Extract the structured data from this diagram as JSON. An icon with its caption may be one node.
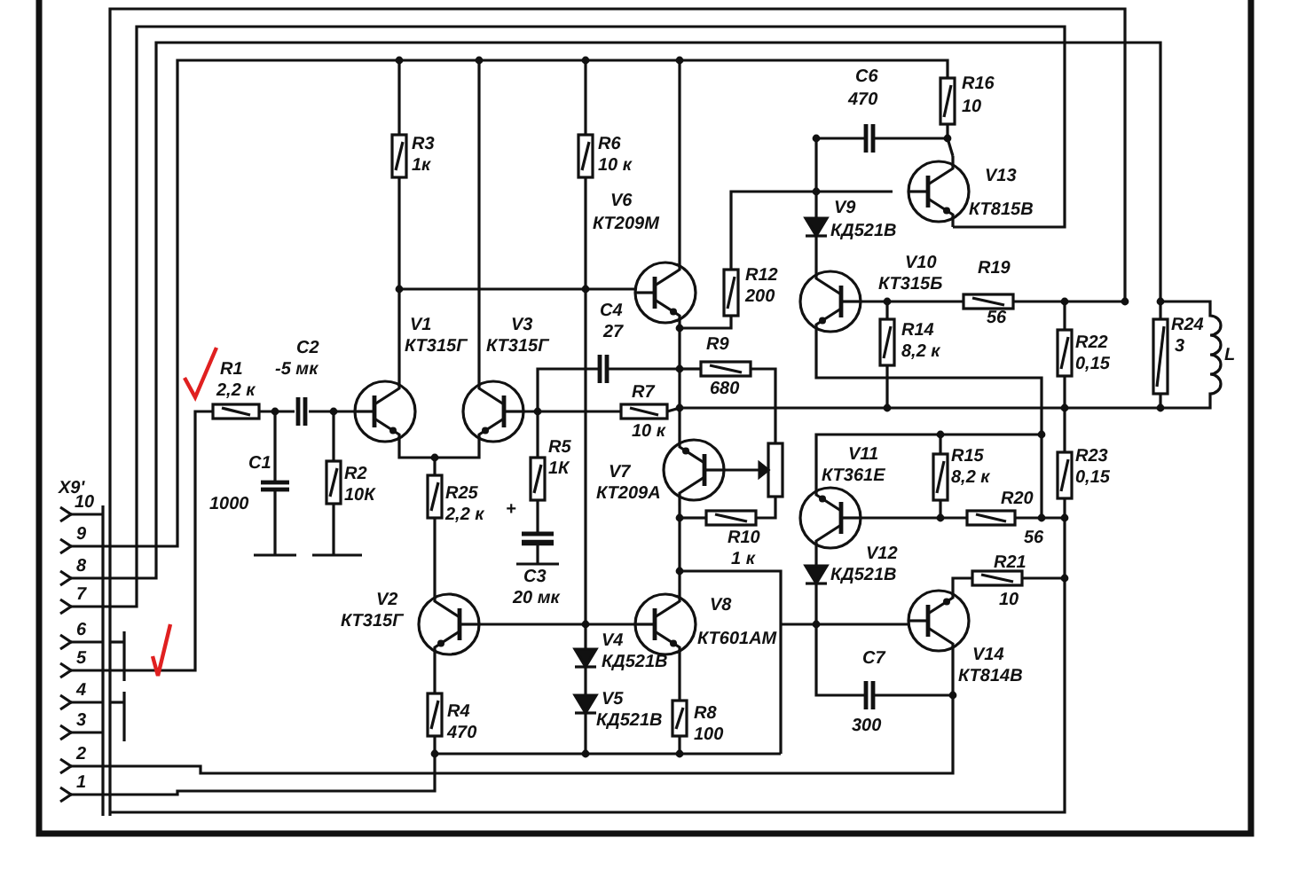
{
  "diagram": {
    "labels": [
      "R3",
      "1к",
      "R6",
      "10 к",
      "V6",
      "КТ209М",
      "C6",
      "470",
      "R16",
      "10",
      "V9",
      "КД521В",
      "V13",
      "КТ815В",
      "R12",
      "200",
      "V10",
      "КТ315Б",
      "R19",
      "56",
      "C4",
      "27",
      "R9",
      "680",
      "R24",
      "3",
      "L",
      "R1",
      "2,2 к",
      "C2",
      "-5 мк",
      "V1",
      "КТ315Г",
      "V3",
      "КТ315Г",
      "R14",
      "8,2 к",
      "R22",
      "0,15",
      "R7",
      "10 к",
      "R5",
      "1К",
      "V7",
      "КТ209А",
      "V11",
      "КТ361Е",
      "R15",
      "8,2 к",
      "R20",
      "56",
      "R23",
      "0,15",
      "C1",
      "1000",
      "R2",
      "10К",
      "R25",
      "2,2 к",
      "+",
      "C3",
      "20 мк",
      "R10",
      "1 к",
      "V12",
      "КД521В",
      "R21",
      "10",
      "X9'",
      "10",
      "9",
      "8",
      "7",
      "6",
      "5",
      "4",
      "3",
      "2",
      "1",
      "V2",
      "КТ315Г",
      "V8",
      "КТ601АМ",
      "V4",
      "КД521В",
      "V14",
      "КТ814В",
      "C7",
      "300",
      "R4",
      "470",
      "R8",
      "100",
      "V5",
      "КД521В"
    ]
  }
}
